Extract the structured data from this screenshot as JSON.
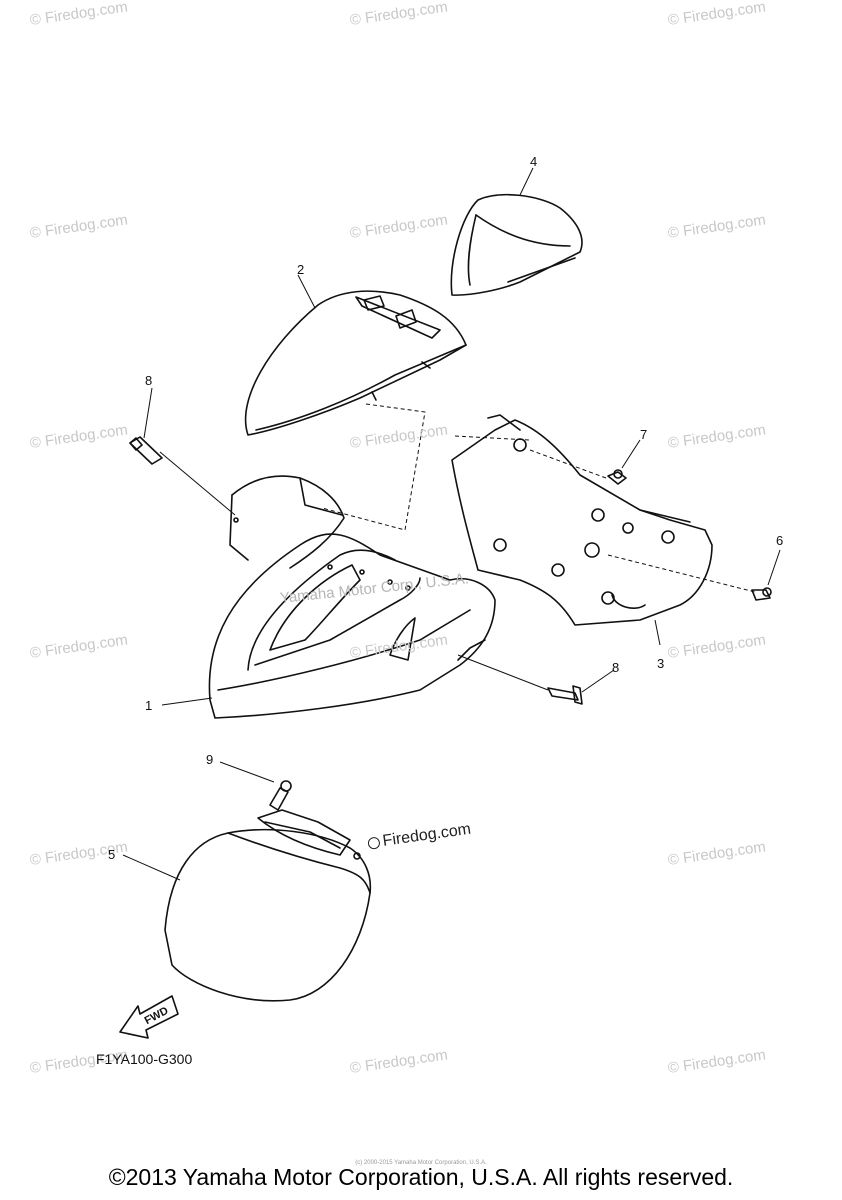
{
  "watermarks": {
    "text": "© Firedog.com",
    "inline_text": "Firedog.com",
    "center_text": "Yamaha Motor Corp., U.S.A."
  },
  "callouts": [
    "1",
    "2",
    "3",
    "4",
    "5",
    "6",
    "7",
    "8",
    "8",
    "9"
  ],
  "diagram_code": "F1YA100-G300",
  "fwd_label": "FWD",
  "copyright": "©2013 Yamaha Motor Corporation, U.S.A. All rights reserved.",
  "fine_print": "(c) 2000-2015 Yamaha Motor Corporation, U.S.A."
}
